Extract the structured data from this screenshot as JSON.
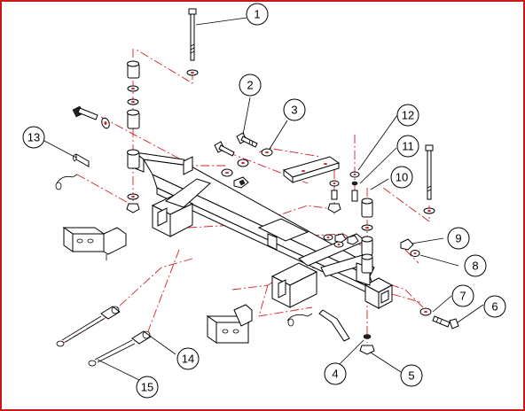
{
  "diagram": {
    "colors": {
      "frame": "#c8161d",
      "centerline": "#d11f26",
      "line": "#000000",
      "fill": "#ffffff"
    },
    "callouts": [
      {
        "id": "callout-1",
        "label": "1"
      },
      {
        "id": "callout-2",
        "label": "2"
      },
      {
        "id": "callout-3",
        "label": "3"
      },
      {
        "id": "callout-4",
        "label": "4"
      },
      {
        "id": "callout-5",
        "label": "5"
      },
      {
        "id": "callout-6",
        "label": "6"
      },
      {
        "id": "callout-7",
        "label": "7"
      },
      {
        "id": "callout-8",
        "label": "8"
      },
      {
        "id": "callout-9",
        "label": "9"
      },
      {
        "id": "callout-10",
        "label": "10"
      },
      {
        "id": "callout-11",
        "label": "11"
      },
      {
        "id": "callout-12",
        "label": "12"
      },
      {
        "id": "callout-13",
        "label": "13"
      },
      {
        "id": "callout-14",
        "label": "14"
      },
      {
        "id": "callout-15",
        "label": "15"
      }
    ]
  }
}
